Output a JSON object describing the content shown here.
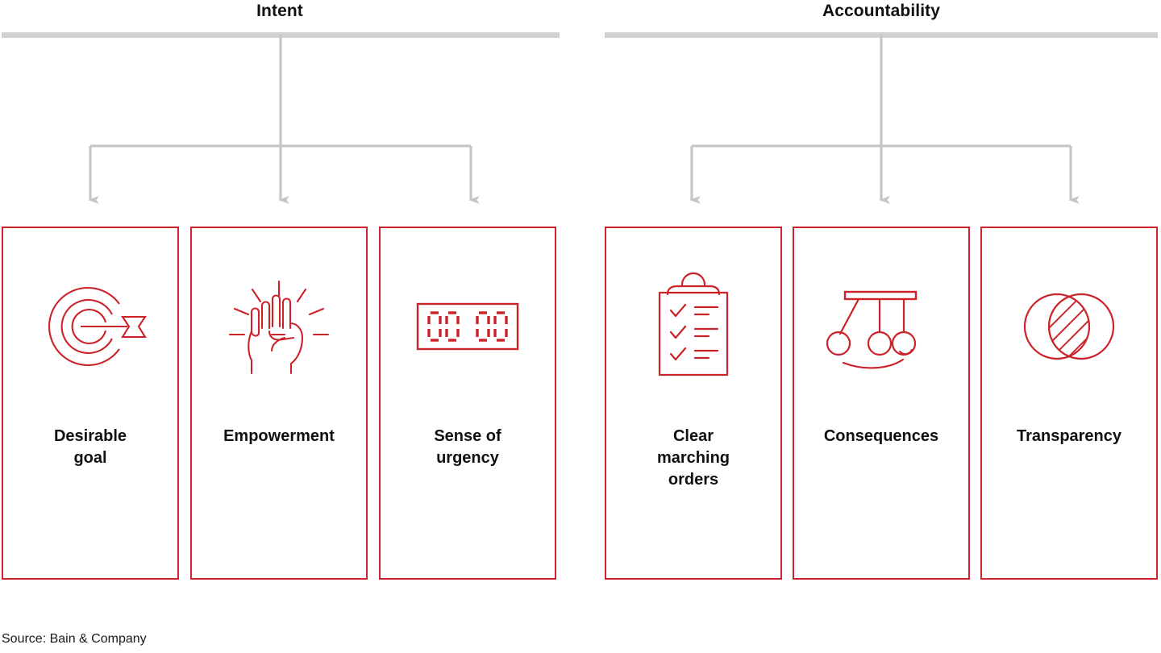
{
  "colors": {
    "accent_red": "#cc2229",
    "connector_gray": "#c6c6c6",
    "header_bar_gray": "#d2d2d2",
    "text_dark": "#101010"
  },
  "groups": [
    {
      "title": "Intent"
    },
    {
      "title": "Accountability"
    }
  ],
  "cards": [
    {
      "label": "Desirable\ngoal",
      "icon": "target-arrow-icon",
      "group": "Intent"
    },
    {
      "label": "Empowerment",
      "icon": "raised-fist-icon",
      "group": "Intent"
    },
    {
      "label": "Sense of\nurgency",
      "icon": "digital-clock-icon",
      "group": "Intent"
    },
    {
      "label": "Clear\nmarching\norders",
      "icon": "clipboard-checklist-icon",
      "group": "Accountability"
    },
    {
      "label": "Consequences",
      "icon": "newtons-cradle-icon",
      "group": "Accountability"
    },
    {
      "label": "Transparency",
      "icon": "venn-diagram-icon",
      "group": "Accountability"
    }
  ],
  "footer": {
    "source": "Source: Bain & Company"
  }
}
